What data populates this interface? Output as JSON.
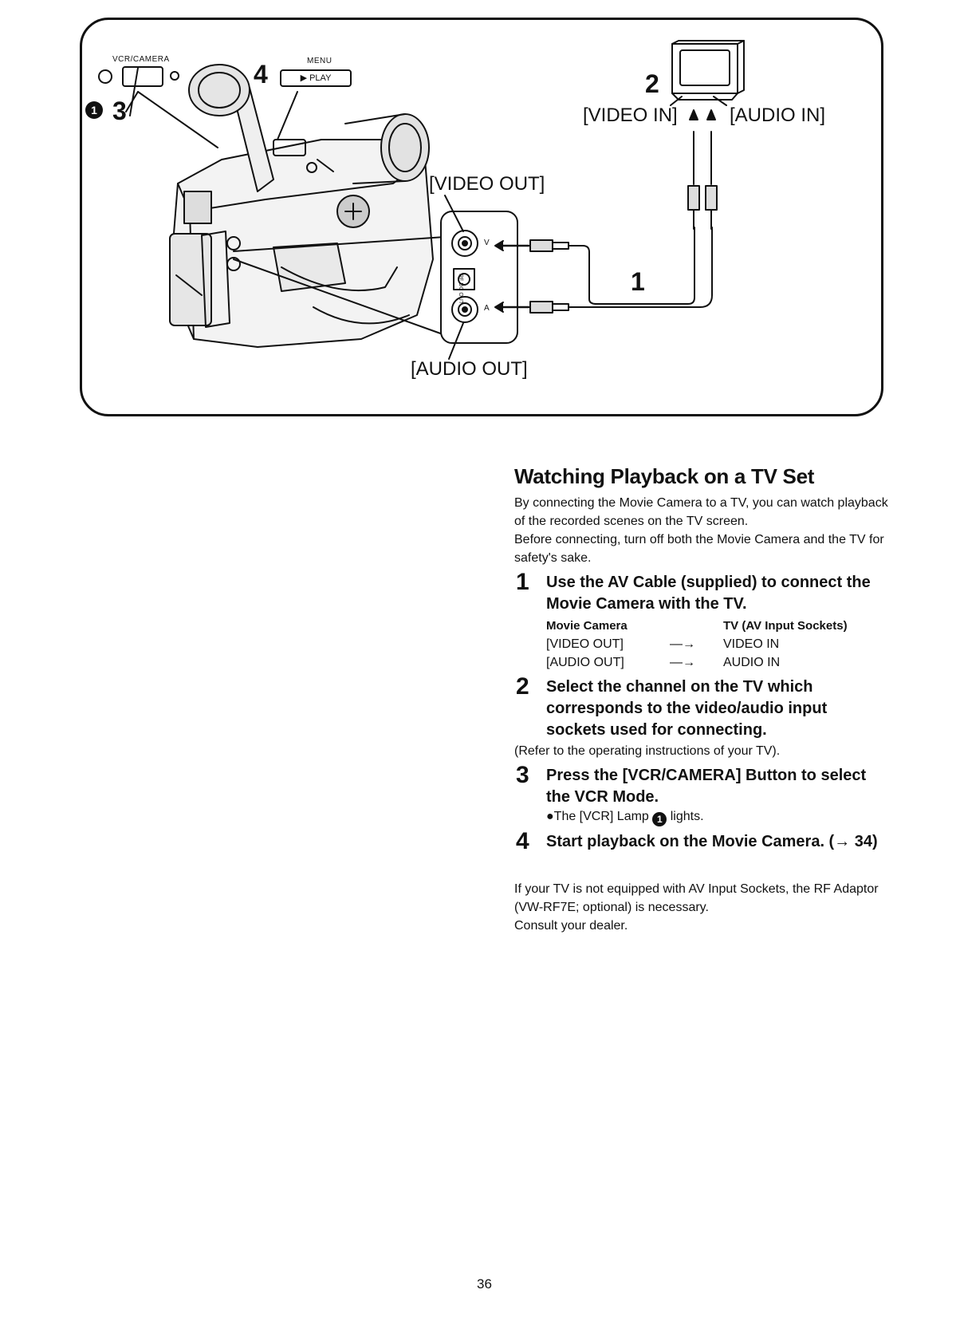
{
  "figure": {
    "labels": {
      "video_in": "[VIDEO IN]",
      "audio_in": "[AUDIO IN]",
      "video_out": "[VIDEO OUT]",
      "audio_out": "[AUDIO OUT]",
      "vcr_camera": "VCR/CAMERA",
      "menu": "MENU",
      "play": "▶ PLAY",
      "v": "V",
      "a": "A",
      "rf_dc_out": "RF DC OUT",
      "callout_1": "1",
      "callout_2": "2",
      "callout_3": "3",
      "callout_4": "4",
      "circled_1": "1"
    }
  },
  "section": {
    "title": "Watching Playback on a TV Set",
    "intro": [
      "By connecting the Movie Camera to a TV, you can watch playback of the recorded scenes on the TV screen.",
      "Before connecting, turn off both the Movie Camera and the TV for safety's sake."
    ],
    "steps": [
      {
        "num": "1",
        "heading": "Use the AV Cable (supplied) to connect the Movie Camera with the TV.",
        "table": {
          "col1": "Movie Camera",
          "col2": "TV (AV Input Sockets)",
          "rows": [
            {
              "from": "[VIDEO OUT]",
              "arrow": "—→",
              "to": "VIDEO IN"
            },
            {
              "from": "[AUDIO OUT]",
              "arrow": "—→",
              "to": "AUDIO IN"
            }
          ]
        }
      },
      {
        "num": "2",
        "heading": "Select the channel on the TV which corresponds to the video/audio input sockets used for connecting.",
        "refer": "(Refer to the operating instructions of your TV)."
      },
      {
        "num": "3",
        "heading": "Press the [VCR/CAMERA] Button to select the VCR Mode.",
        "note_before": "●The [VCR] Lamp",
        "note_circ": "1",
        "note_after": "lights."
      },
      {
        "num": "4",
        "heading": "Start playback on the Movie Camera. (→ 34)"
      }
    ],
    "footnote": [
      "If your TV is not equipped with AV Input Sockets, the RF Adaptor (VW-RF7E; optional) is necessary.",
      "Consult your dealer."
    ]
  },
  "page_number": "36"
}
